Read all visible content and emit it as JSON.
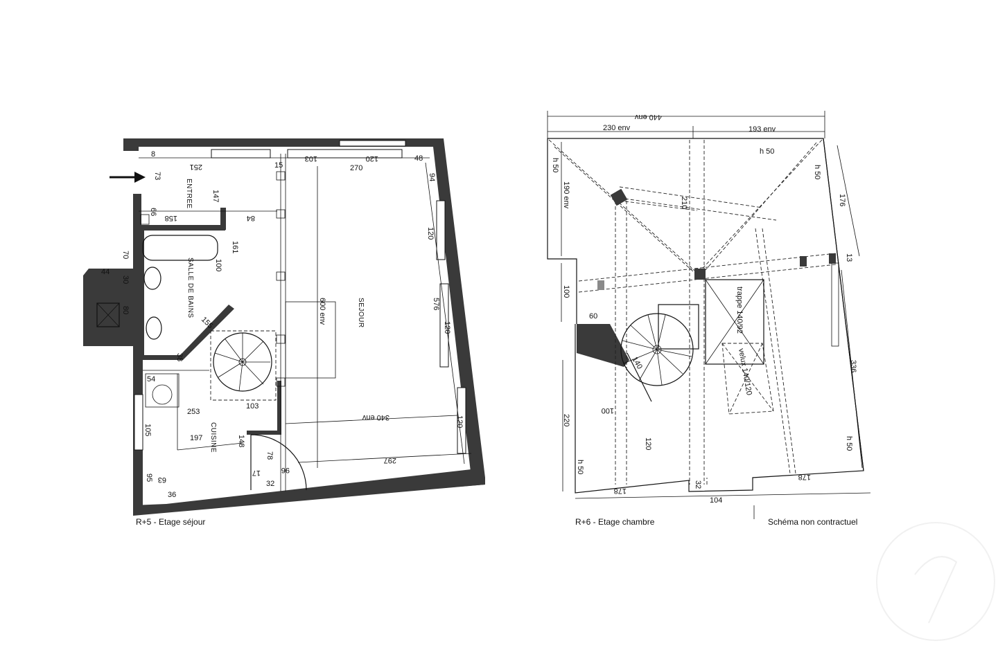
{
  "plans": [
    {
      "caption": "R+5 - Etage séjour",
      "rooms": {
        "entree": "ENTREE",
        "sdb": "SALLE DE BAINS",
        "sejour": "SEJOUR",
        "cuisine": "CUISINE"
      },
      "dims": [
        "8",
        "73",
        "251",
        "147",
        "15",
        "103",
        "120",
        "270",
        "48",
        "94",
        "66",
        "158",
        "84",
        "161",
        "100",
        "70",
        "30",
        "80",
        "120",
        "600 env",
        "576",
        "120",
        "155",
        "38",
        "54",
        "253",
        "103",
        "340 env",
        "105",
        "197",
        "148",
        "120",
        "78",
        "17",
        "96",
        "297",
        "63",
        "95",
        "32",
        "36",
        "44"
      ]
    },
    {
      "caption": "R+6 - Etage chambre",
      "note": "Schéma non contractuel",
      "labels": {
        "trappe": "trappe 140/92",
        "velux": "velux 140/120"
      },
      "dims": [
        "440 env",
        "230 env",
        "193 env",
        "h 50",
        "h 50",
        "h 50",
        "190 env",
        "210",
        "176",
        "13",
        "100",
        "60",
        "336",
        "140",
        "100",
        "220",
        "120",
        "h 50",
        "h 50",
        "178",
        "32",
        "104",
        "178"
      ]
    }
  ]
}
